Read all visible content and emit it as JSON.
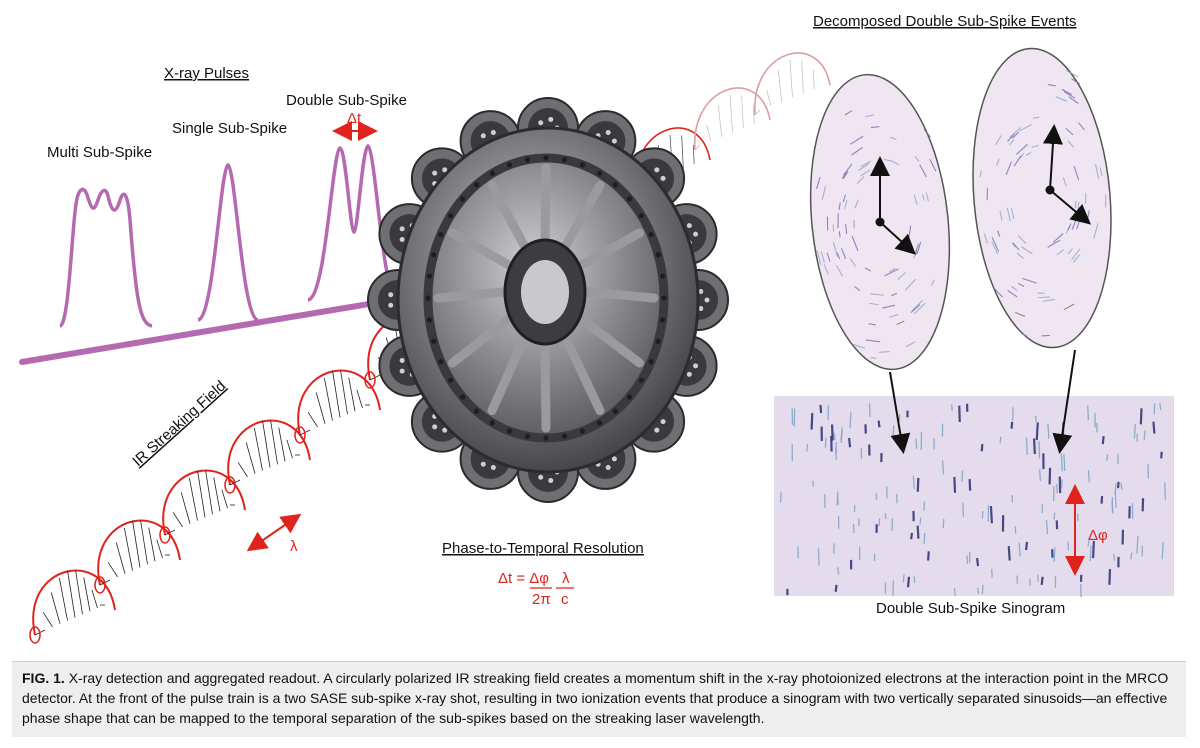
{
  "labels": {
    "xray_pulses": "X-ray Pulses",
    "multi": "Multi Sub-Spike",
    "single": "Single Sub-Spike",
    "double": "Double Sub-Spike",
    "delta_t": "Δt",
    "ir_field": "IR Streaking Field",
    "lambda": "λ",
    "decomposed": "Decomposed Double Sub-Spike Events",
    "phase_title": "Phase-to-Temporal Resolution",
    "formula_lhs": "Δt = Δφ",
    "formula_num": "λ",
    "formula_den_left": "2π",
    "formula_den_right": "c",
    "delta_phi": "Δφ",
    "sinogram": "Double Sub-Spike Sinogram"
  },
  "caption": {
    "label": "FIG. 1.",
    "text": "X-ray detection and aggregated readout. A circularly polarized IR streaking field creates a momentum shift in the x-ray photoionized electrons at the interaction point in the MRCO detector. At the front of the pulse train is a two SASE sub-spike x-ray shot, resulting in two ionization events that produce a sinogram with two vertically separated sinusoids—an effective phase shape that can be mapped to the temporal separation of the sub-spikes based on the streaking laser wavelength."
  },
  "colors": {
    "pulse": "#b569b0",
    "accent_red": "#e0231c",
    "disk_fill": "#efe6f2",
    "sinogram_bg": "#e4dcec",
    "detector_metal": "#6f6f73"
  }
}
